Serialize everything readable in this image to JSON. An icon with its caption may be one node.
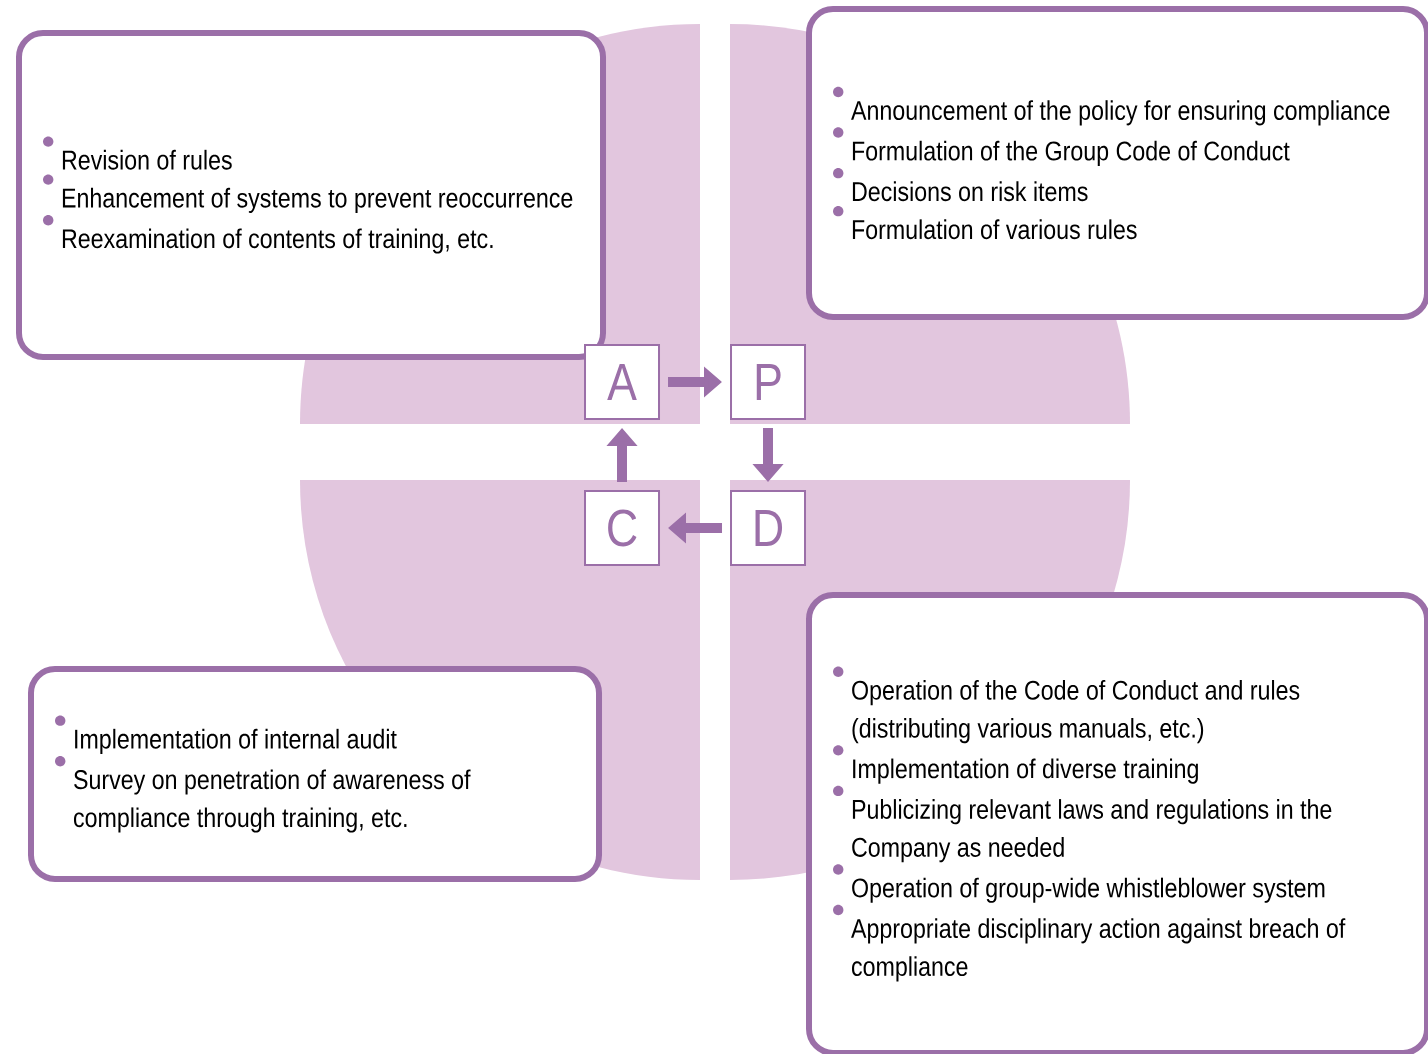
{
  "diagram": {
    "nodes": [
      {
        "text": [
          "Revision of rules",
          "Enhancement of systems to prevent reoccurrence",
          "Reexamination of contents of training, etc."
        ]
      },
      {
        "text": [
          "Announcement of the policy for ensuring compliance",
          "Formulation of the Group Code of Conduct",
          "Decisions on risk items",
          "Formulation of various rules"
        ]
      },
      {
        "text": [
          "Implementation of internal audit",
          "Survey on penetration of awareness of compliance through training, etc."
        ]
      },
      {
        "text": [
          "Operation of the Code of Conduct and rules (distributing various manuals, etc.)",
          "Implementation of diverse training",
          "Publicizing relevant laws and regulations in the Company as needed",
          "Operation of group-wide whistleblower system",
          "Appropriate disciplinary action against breach of compliance"
        ]
      },
      {
        "text": [
          "A"
        ]
      },
      {
        "text": [
          "P"
        ]
      },
      {
        "text": [
          "C"
        ]
      },
      {
        "text": [
          "D"
        ]
      }
    ],
    "edges": [
      {
        "from": 4,
        "to": 5,
        "arrow": "to"
      },
      {
        "from": 5,
        "to": 7,
        "arrow": "to"
      },
      {
        "from": 7,
        "to": 6,
        "arrow": "to"
      },
      {
        "from": 6,
        "to": 4,
        "arrow": "to"
      }
    ]
  }
}
